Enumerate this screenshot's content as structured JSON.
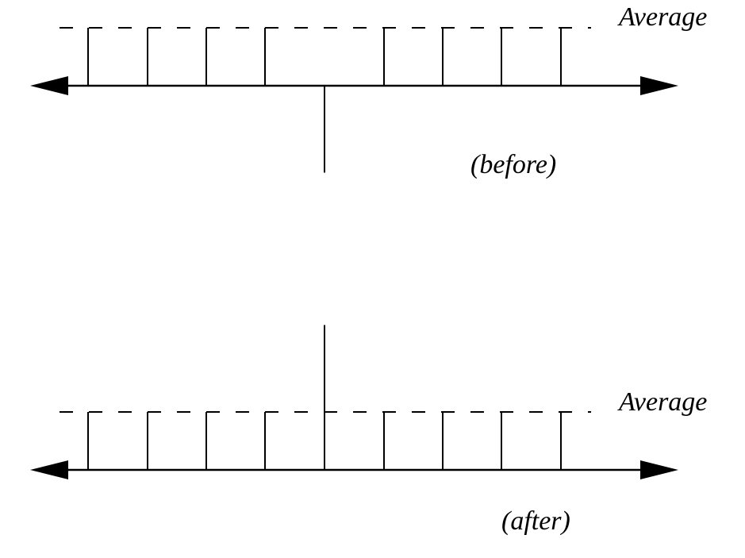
{
  "colors": {
    "stroke": "#000000",
    "background": "#ffffff"
  },
  "panels": [
    {
      "id": "before",
      "average_label": "Average",
      "caption": "(before)",
      "bar_values": [
        1,
        1,
        1,
        1,
        -1.5,
        1,
        1,
        1,
        1
      ],
      "average_value": 1
    },
    {
      "id": "after",
      "average_label": "Average",
      "caption": "(after)",
      "bar_values": [
        1,
        1,
        1,
        1,
        2.5,
        1,
        1,
        1,
        1
      ],
      "average_value": 1
    }
  ]
}
